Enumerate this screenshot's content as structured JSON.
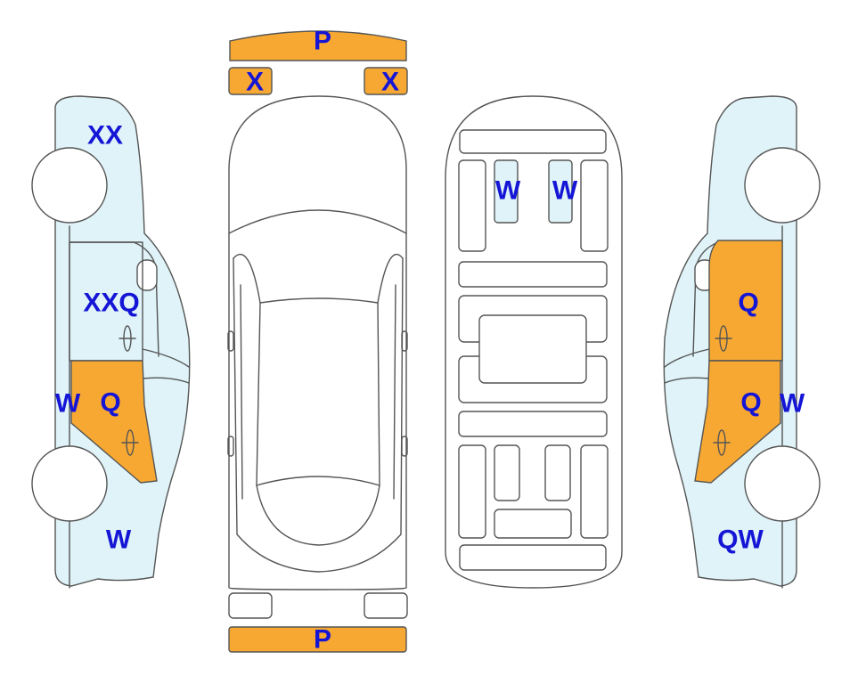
{
  "colors": {
    "damage_orange": "#f7a833",
    "marked_blue": "#dff3f8",
    "code_text": "#1515d6",
    "outline": "#555555"
  },
  "codes": {
    "front_bumper": "P",
    "front_left_lamp": "X",
    "front_right_lamp": "X",
    "rear_bumper": "P",
    "left_roof": "XX",
    "left_front_door": "XXQ",
    "left_rear_door_side": "W",
    "left_rear_door": "Q",
    "left_rear_quarter": "W",
    "interior_seat_left": "W",
    "interior_seat_right": "W",
    "right_front_door": "Q",
    "right_rear_door": "Q",
    "right_rear_door_side": "W",
    "right_rear_quarter": "QW"
  }
}
